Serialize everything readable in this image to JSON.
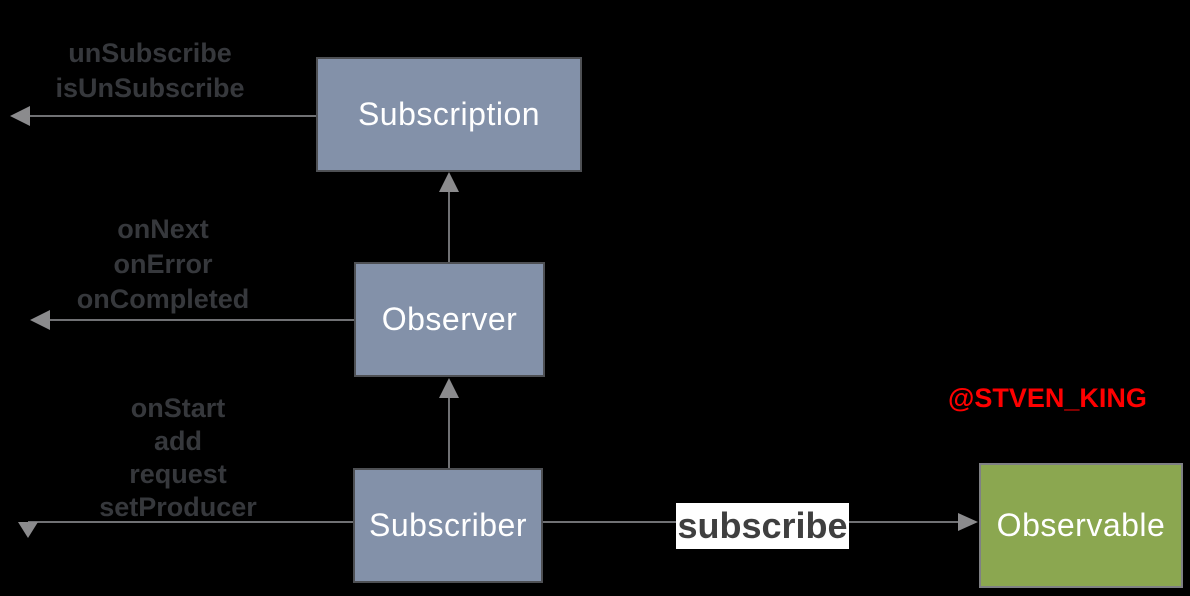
{
  "diagram": {
    "background": "#000000",
    "boxes": [
      {
        "id": "subscription",
        "label": "Subscription",
        "fill": "#8391A9",
        "border": "#4E5054",
        "text_color": "#FFFFFF"
      },
      {
        "id": "observer",
        "label": "Observer",
        "fill": "#8391A9",
        "border": "#4E5054",
        "text_color": "#FFFFFF"
      },
      {
        "id": "subscriber",
        "label": "Subscriber",
        "fill": "#8391A9",
        "border": "#4E5054",
        "text_color": "#FFFFFF"
      },
      {
        "id": "observable",
        "label": "Observable",
        "fill": "#8BA750",
        "border": "#7F8084",
        "text_color": "#FFFFFF"
      }
    ],
    "method_labels": [
      {
        "for": "subscription",
        "lines": [
          "unSubscribe",
          "isUnSubscribe"
        ]
      },
      {
        "for": "observer",
        "lines": [
          "onNext",
          "onError",
          "onCompleted"
        ]
      },
      {
        "for": "subscriber",
        "lines": [
          "onStart",
          "add",
          "request",
          "setProducer"
        ]
      }
    ],
    "edge_label": {
      "text": "subscribe",
      "bg": "#FFFFFF",
      "color": "#3F3F3F"
    },
    "watermark": {
      "text": "@STVEN_KING",
      "color": "#FF0000"
    },
    "colors": {
      "line": "#707174",
      "arrowhead": "#8B8B8D",
      "method_label_text": "#36383C"
    }
  }
}
